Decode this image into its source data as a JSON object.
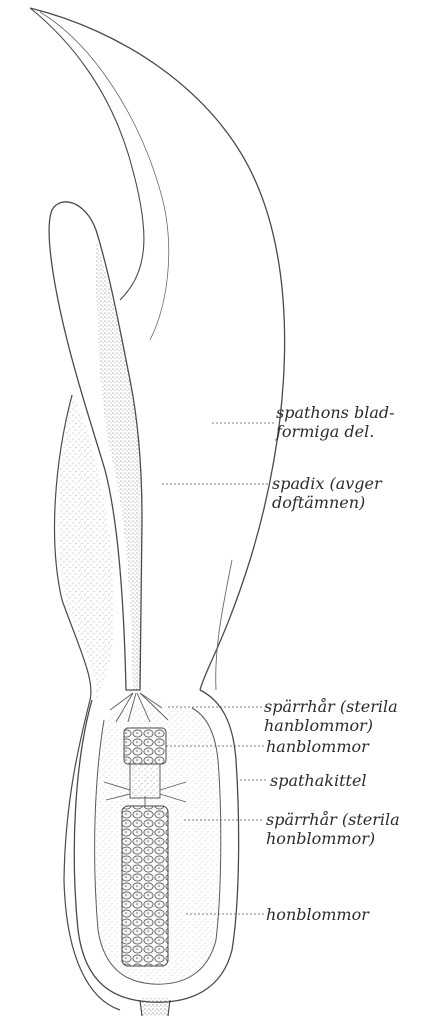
{
  "labels": {
    "spathe_blade": {
      "line1": "spathons blad-",
      "line2": "formiga del."
    },
    "spadix": {
      "line1": "spadix (avger",
      "line2": "doftämnen)"
    },
    "sterile_hairs_upper": {
      "line1": "spärrhår (sterila",
      "line2": "hanblommor)"
    },
    "male_flowers": {
      "line1": "hanblommor"
    },
    "spathe_chamber": {
      "line1": "spathakittel"
    },
    "sterile_hairs_lower": {
      "line1": "spärrhår (sterila",
      "line2": "honblommor)"
    },
    "female_flowers": {
      "line1": "honblommor"
    }
  },
  "colors": {
    "ink": "#4a4a4a",
    "stipple": "#8a8a8a",
    "label": "#2b2b2b"
  }
}
